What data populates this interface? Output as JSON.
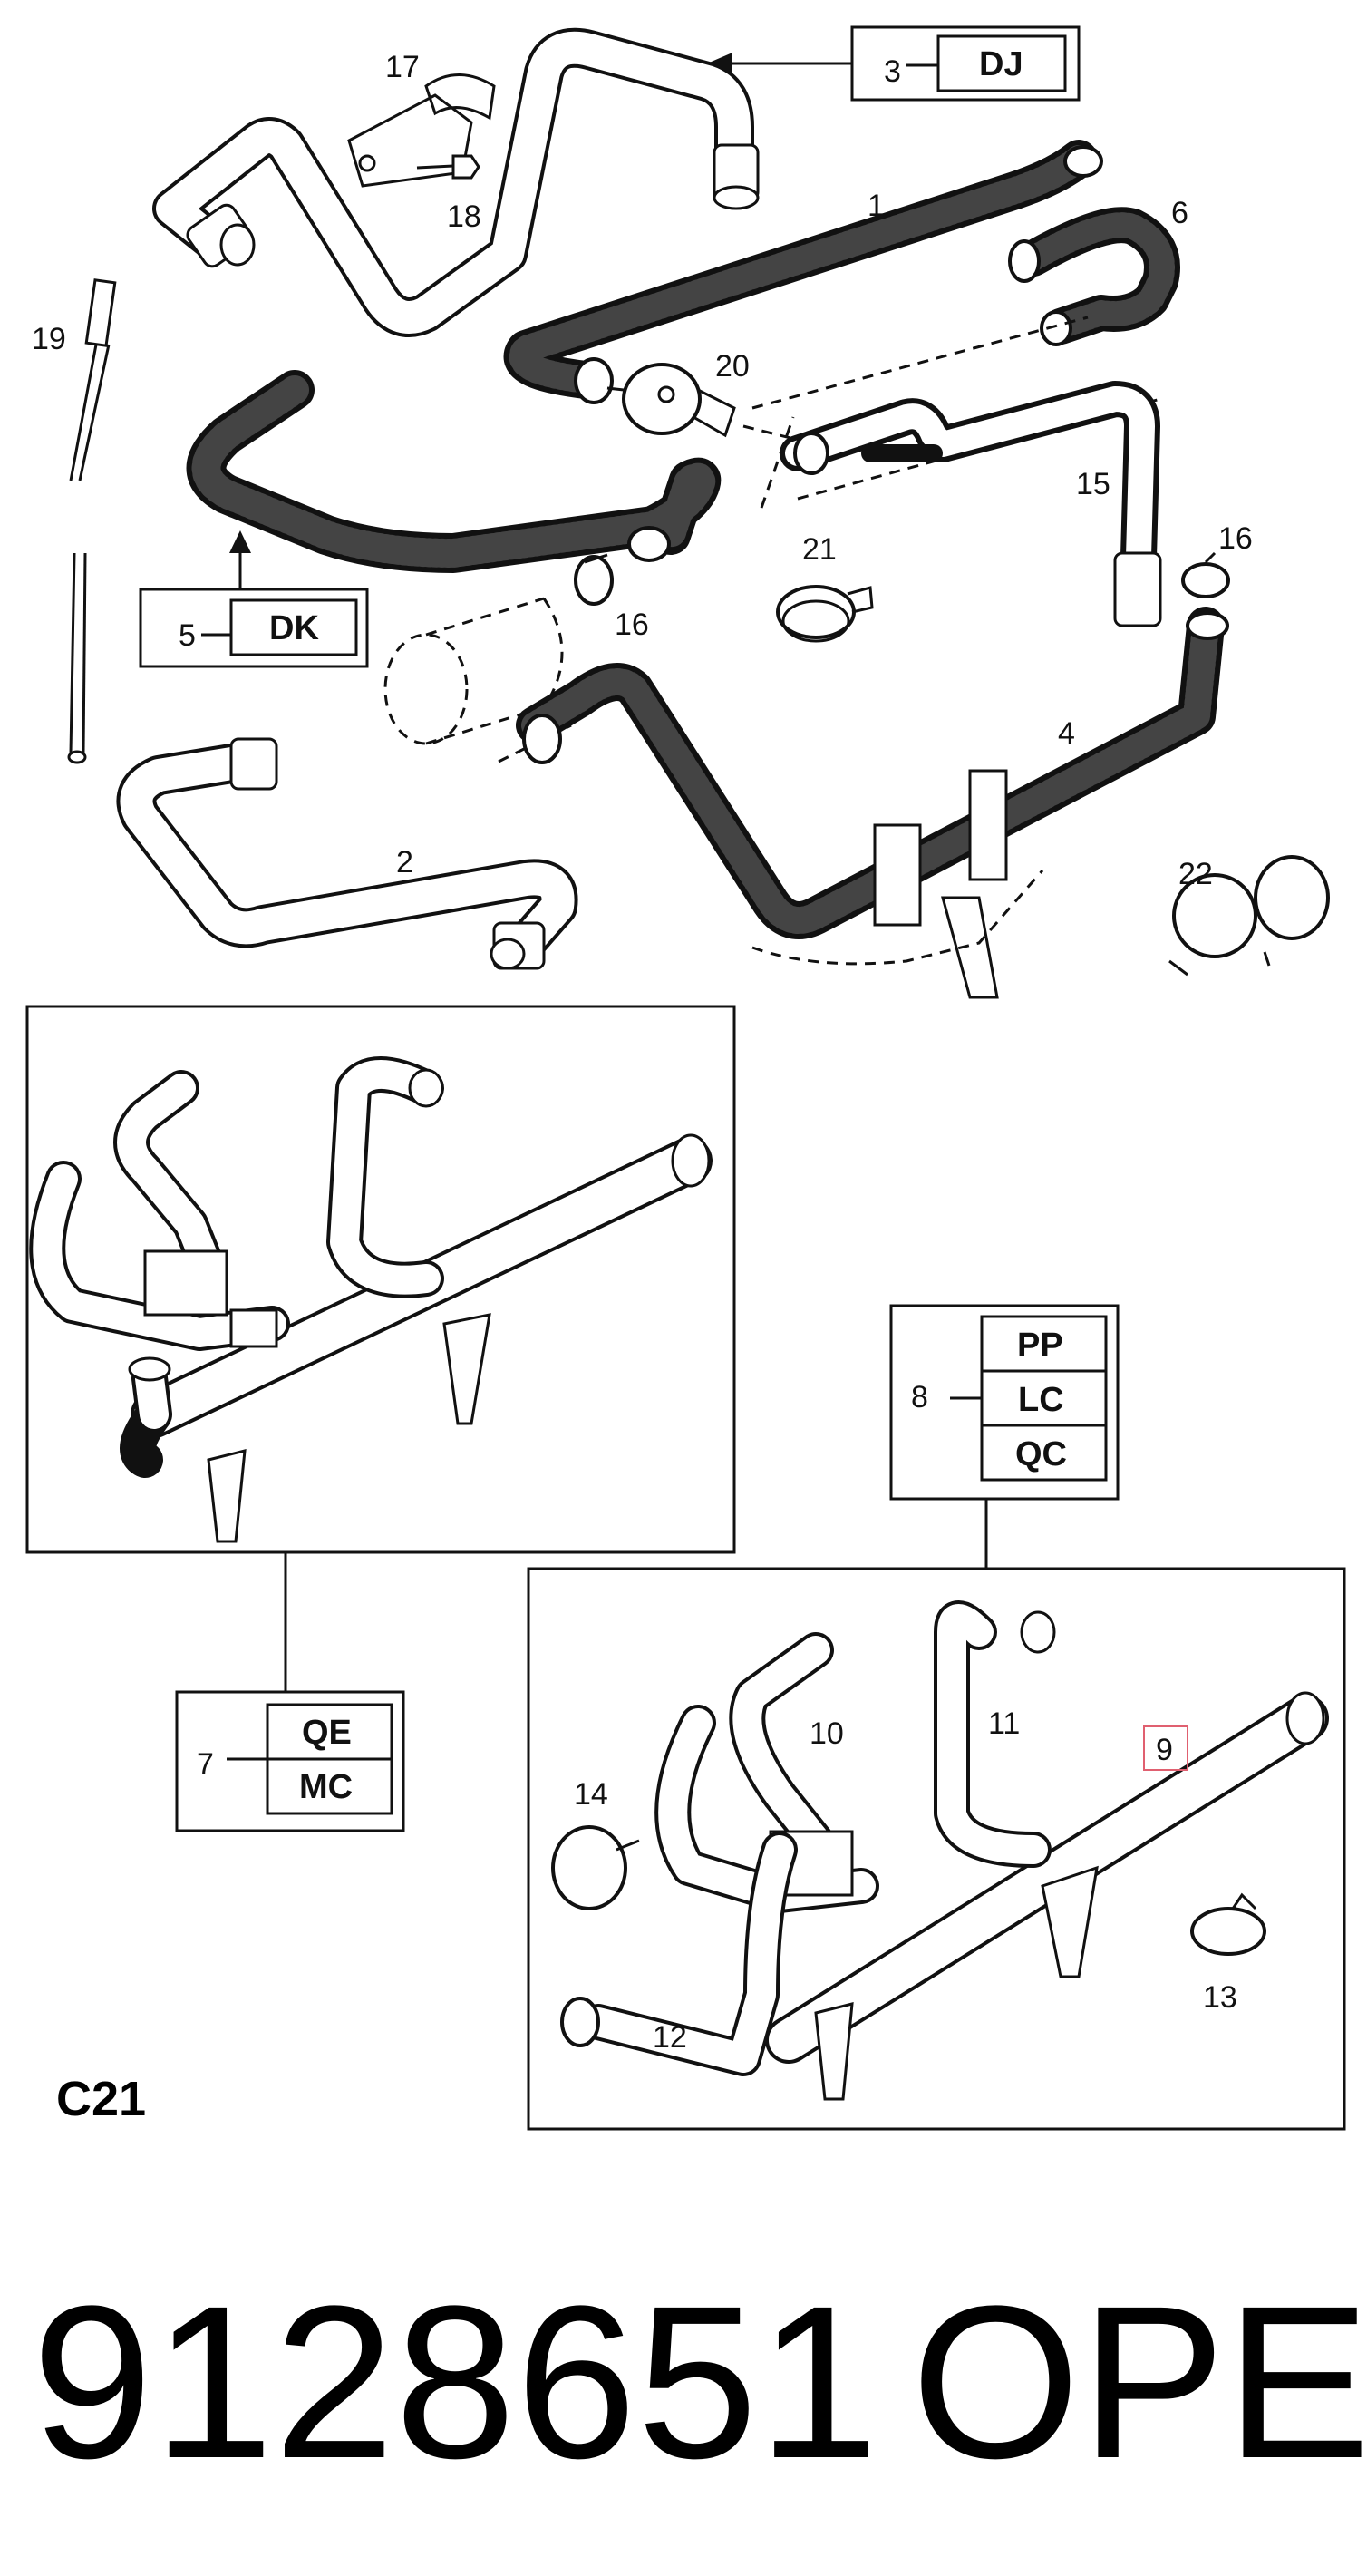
{
  "callouts": {
    "c1": "1",
    "c2": "2",
    "c3": "3",
    "c4": "4",
    "c5": "5",
    "c6": "6",
    "c7": "7",
    "c8": "8",
    "c9": "9",
    "c10": "10",
    "c11": "11",
    "c12": "12",
    "c13": "13",
    "c14": "14",
    "c15": "15",
    "c16a": "16",
    "c16b": "16",
    "c17": "17",
    "c18": "18",
    "c19": "19",
    "c20": "20",
    "c21": "21",
    "c22": "22"
  },
  "codes": {
    "dj": "DJ",
    "dk": "DK",
    "pp": "PP",
    "lc": "LC",
    "qc": "QC",
    "qe": "QE",
    "mc": "MC"
  },
  "section_label": "C21",
  "part_number": "9128651",
  "brand": "OPEL",
  "colors": {
    "ink": "#111111",
    "highlight_box": "#e06070",
    "background": "#ffffff"
  }
}
